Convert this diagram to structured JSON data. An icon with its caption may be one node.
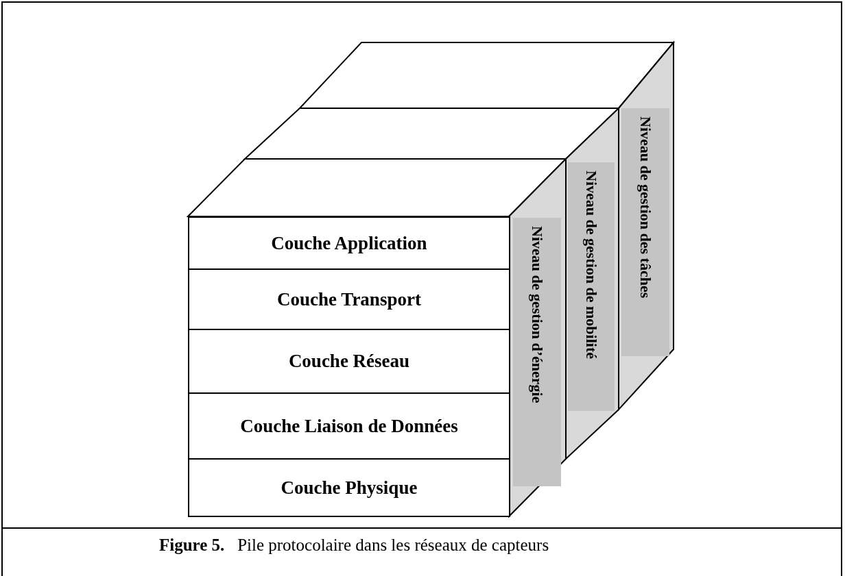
{
  "diagram": {
    "caption": "**Figure 5.**   Pile protocolaire dans les réseaux de capteurs",
    "nodes": [
      {
        "text": [
          "Couche Application"
        ]
      },
      {
        "text": [
          "Couche Transport"
        ]
      },
      {
        "text": [
          "Couche Réseau"
        ]
      },
      {
        "text": [
          "Couche Liaison de Données"
        ]
      },
      {
        "text": [
          "Couche Physique"
        ]
      },
      {
        "text": [
          "Niveau de gestion d’énergie"
        ]
      },
      {
        "text": [
          "Niveau de gestion de mobilité"
        ]
      },
      {
        "text": [
          "Niveau de gestion des tâches"
        ]
      }
    ]
  }
}
